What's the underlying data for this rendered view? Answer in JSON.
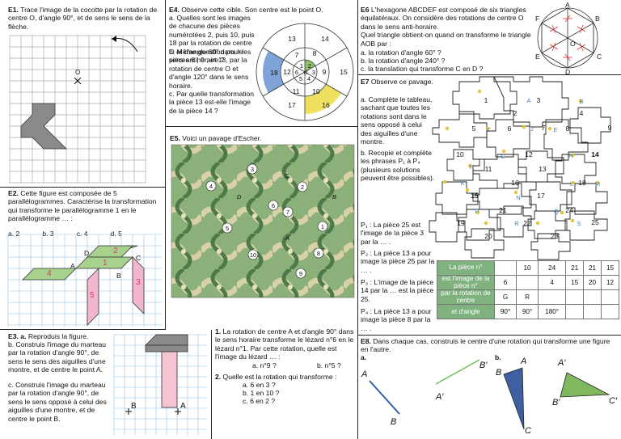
{
  "e1": {
    "title": "E1.",
    "text": " Trace l'image de la cocotte par la rotation de centre O, d'angle 90°, et de sens le sens de la flèche.",
    "center_label": "O"
  },
  "e4": {
    "title": "E4.",
    "text": " Observe cette cible. Son centre est le point O.",
    "lines": [
      "a. Quelles sont les images de chacune des pièces numérotées 2, puis 10, puis 18 par la rotation de centre O et d'angle 60° dans le sens antihoraire ?",
      "b. Même question pour les pièces 6 ; 9 ; et 13, par la rotation de centre O et d'angle 120° dans le sens horaire.",
      "c. Par quelle transformation la pièce 13 est-elle l'image de la pièce 14 ?"
    ],
    "target_numbers": {
      "outer": [
        "13",
        "14",
        "15",
        "16",
        "17",
        "18"
      ],
      "middle": [
        "7",
        "8",
        "9",
        "10",
        "11",
        "12"
      ],
      "inner": [
        "1",
        "2",
        "3",
        "4",
        "5",
        "6"
      ],
      "center": "O"
    },
    "colors": {
      "blue": "#7ea3d8",
      "green": "#8fbf6a",
      "yellow": "#f0e060"
    }
  },
  "e6": {
    "title": "E6",
    "text": " L'hexagone ABCDEF est composé de six triangles équilatéraux. On considère des rotations de centre O dans le sens anti-horaire.\nQuel triangle obtient-on quand on transforme le triangle AOB par :",
    "items": [
      "a. la rotation d'angle 60° ?",
      "b. la rotation d'angle 240° ?",
      "c. la translation qui transforme C en D ?"
    ],
    "hex_labels": {
      "A": "A",
      "B": "B",
      "C": "C",
      "D": "D",
      "E": "E",
      "F": "F",
      "O": "O"
    }
  },
  "e7": {
    "title": "E7",
    "text": " Observe ce pavage.",
    "a": "a. Complète le tableau, sachant que toutes les rotations sont dans le sens opposé à celui des aiguilles d'une montre.",
    "b": "b. Recopie et complète les phrases P₁ à P₄ (plusieurs solutions peuvent être possibles).",
    "p1": "P₁ : La pièce 25 est l'image de la pièce 3 par la … .",
    "p2": "P₂ : La pièce 13 a pour image la pièce 25 par la … .",
    "p3": "P₃ : L'image de la pièce 14 par la …  est la pièce 25.",
    "p4": "P₄ : La pièce 13 a pour image la pièce 8 par la … .",
    "table": {
      "rows": [
        {
          "head": "La pièce n°",
          "cells": [
            "",
            "10",
            "24",
            "21",
            "21",
            "15"
          ]
        },
        {
          "head": "est l'image de la pièce n°",
          "cells": [
            "6",
            "",
            "4",
            "15",
            "20",
            "12"
          ]
        },
        {
          "head": "par la rotation de centre",
          "cells": [
            "G",
            "R",
            "",
            "",
            "",
            ""
          ]
        },
        {
          "head": "et d'angle",
          "cells": [
            "90°",
            "90°",
            "180°",
            "",
            "",
            ""
          ]
        }
      ]
    },
    "piece_numbers": [
      "1",
      "2",
      "3",
      "4",
      "5",
      "6",
      "7",
      "8",
      "9",
      "10",
      "11",
      "12",
      "13",
      "14",
      "15",
      "16",
      "17",
      "18",
      "19",
      "20",
      "21",
      "22",
      "23",
      "24",
      "25"
    ],
    "point_labels": [
      "A",
      "B",
      "C",
      "D",
      "E",
      "F",
      "G",
      "H",
      "I",
      "J",
      "K",
      "L",
      "M",
      "N",
      "O",
      "P",
      "Q",
      "R",
      "S"
    ]
  },
  "e2": {
    "title": "E2.",
    "text": " Cette figure est composée de 5 parallélogrammes. Caractérise la transformation qui transforme le parallélogramme 1 en le parallélogramme … :",
    "options": [
      "a. 2",
      "b. 3",
      "c. 4",
      "d. 5"
    ],
    "labels": {
      "A": "A",
      "B": "B",
      "C": "C",
      "D": "D",
      "n1": "1",
      "n2": "2",
      "n3": "3",
      "n4": "4",
      "n5": "5"
    }
  },
  "e5": {
    "title": "E5.",
    "text": " Voici un pavage d'Escher.",
    "q1_title": "1.",
    "q1": " La rotation de centre A et d'angle 90° dans le sens horaire transforme le lézard n°6 en le lézard n°1. Par cette rotation, quelle est l'image du lézard … :",
    "q1_opts": [
      "a. n°9 ?",
      "b. n°5 ?"
    ],
    "q2_title": "2.",
    "q2": " Quelle est  la rotation qui transforme :",
    "q2_opts": [
      "a. 6 en 3 ?",
      "b. 1 en 10 ?",
      "c. 6 en 2 ?"
    ],
    "lizard_numbers": [
      "1",
      "2",
      "3",
      "4",
      "5",
      "6",
      "7",
      "8",
      "9",
      "10"
    ],
    "point_labels": [
      "A",
      "B",
      "C",
      "D"
    ]
  },
  "e3": {
    "title": "E3. a.",
    "text": " Reproduis la figure.",
    "b": "b. Construis l'image du marteau par la rotation d'angle 90°, de sens le sens des aiguilles d'une montre, et de centre le point A.",
    "c": "c. Construis l'image du marteau par la rotation d'angle 90°, de sens le sens opposé à celui des aiguilles d'une montre, et de centre le point B.",
    "labels": {
      "A": "A",
      "B": "B"
    }
  },
  "e8": {
    "title": "E8.",
    "text": " Dans chaque cas, construis le centre d'une rotation qui transforme une figure en l'autre.",
    "a": "a.",
    "b": "b.",
    "labels": {
      "A": "A",
      "B": "B",
      "B2": "B′",
      "A2": "A′",
      "A3": "A",
      "B3": "B",
      "C": "C",
      "A4": "A′",
      "B4": "B′",
      "C2": "C′"
    }
  }
}
